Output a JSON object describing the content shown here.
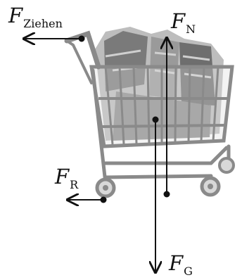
{
  "forces": {
    "pull": {
      "symbol": "F",
      "subscript": "Ziehen"
    },
    "normal": {
      "symbol": "F",
      "subscript": "N"
    },
    "friction": {
      "symbol": "F",
      "subscript": "R"
    },
    "gravity": {
      "symbol": "F",
      "subscript": "G"
    }
  },
  "colors": {
    "ink": "#111111",
    "cart": "#8a8a8a",
    "cart_fill": "#dcdcdc",
    "goods": "#555555"
  }
}
